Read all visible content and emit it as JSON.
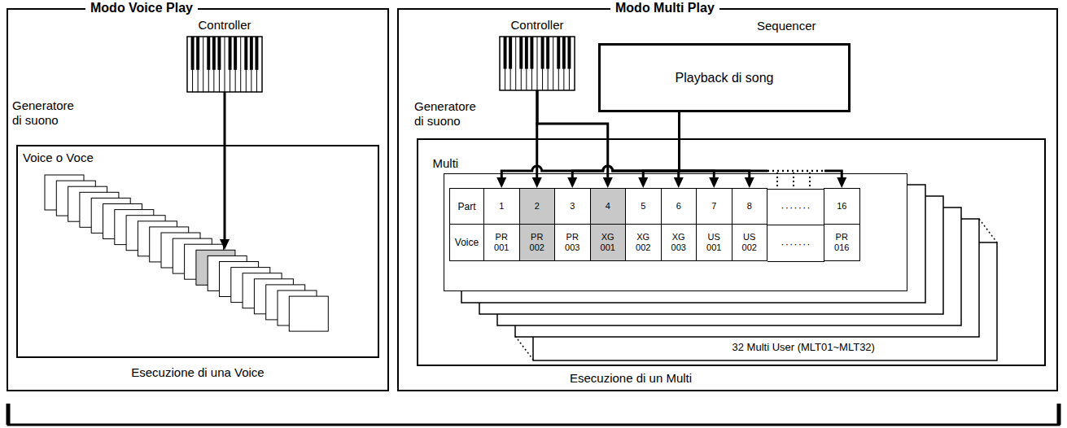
{
  "diagram": {
    "nodes": [
      {
        "text": [
          "Modo Voice Play",
          "Esecuzione di una Voice"
        ]
      },
      {
        "text": [
          "Controller"
        ],
        "in": 0
      },
      {
        "text": [
          "Generatore di suono",
          "Voice o Voce"
        ],
        "in": 0
      },
      {
        "text": [
          "Modo Multi Play",
          "Esecuzione di un Multi"
        ]
      },
      {
        "text": [
          "Controller"
        ],
        "in": 3
      },
      {
        "text": [
          "Sequencer",
          "Playback di song"
        ],
        "in": 3
      },
      {
        "text": [
          "Generatore di suono"
        ],
        "in": 3
      },
      {
        "text": [
          "Multi",
          "32 Multi User (MLT01~MLT32)"
        ],
        "in": 6
      },
      {
        "text": [
          "Part"
        ],
        "in": 7
      },
      {
        "text": [
          "1"
        ],
        "in": 7
      },
      {
        "text": [
          "2"
        ],
        "in": 7
      },
      {
        "text": [
          "3"
        ],
        "in": 7
      },
      {
        "text": [
          "4"
        ],
        "in": 7
      },
      {
        "text": [
          "5"
        ],
        "in": 7
      },
      {
        "text": [
          "6"
        ],
        "in": 7
      },
      {
        "text": [
          "7"
        ],
        "in": 7
      },
      {
        "text": [
          "8"
        ],
        "in": 7
      },
      {
        "text": [
          "16"
        ],
        "in": 7
      },
      {
        "text": [
          "Voice"
        ],
        "in": 7
      },
      {
        "text": [
          "PR 001"
        ],
        "in": 7
      },
      {
        "text": [
          "PR 002"
        ],
        "in": 7
      },
      {
        "text": [
          "PR 003"
        ],
        "in": 7
      },
      {
        "text": [
          "XG 001"
        ],
        "in": 7
      },
      {
        "text": [
          "XG 002"
        ],
        "in": 7
      },
      {
        "text": [
          "XG 003"
        ],
        "in": 7
      },
      {
        "text": [
          "US 001"
        ],
        "in": 7
      },
      {
        "text": [
          "US 002"
        ],
        "in": 7
      },
      {
        "text": [
          "PR 016"
        ],
        "in": 7
      }
    ],
    "edges": [
      {
        "from": 1,
        "to": 2,
        "arrow": "to"
      },
      {
        "from": 4,
        "to": 10,
        "arrow": "to"
      },
      {
        "from": 4,
        "to": 12,
        "arrow": "to"
      },
      {
        "from": 5,
        "to": 9,
        "arrow": "to"
      },
      {
        "from": 5,
        "to": 11,
        "arrow": "to"
      },
      {
        "from": 5,
        "to": 13,
        "arrow": "to"
      },
      {
        "from": 5,
        "to": 14,
        "arrow": "to"
      },
      {
        "from": 5,
        "to": 15,
        "arrow": "to"
      },
      {
        "from": 5,
        "to": 16,
        "arrow": "to"
      },
      {
        "from": 5,
        "to": 17,
        "arrow": "to"
      }
    ],
    "labels": [
      "·······",
      "·······"
    ]
  }
}
